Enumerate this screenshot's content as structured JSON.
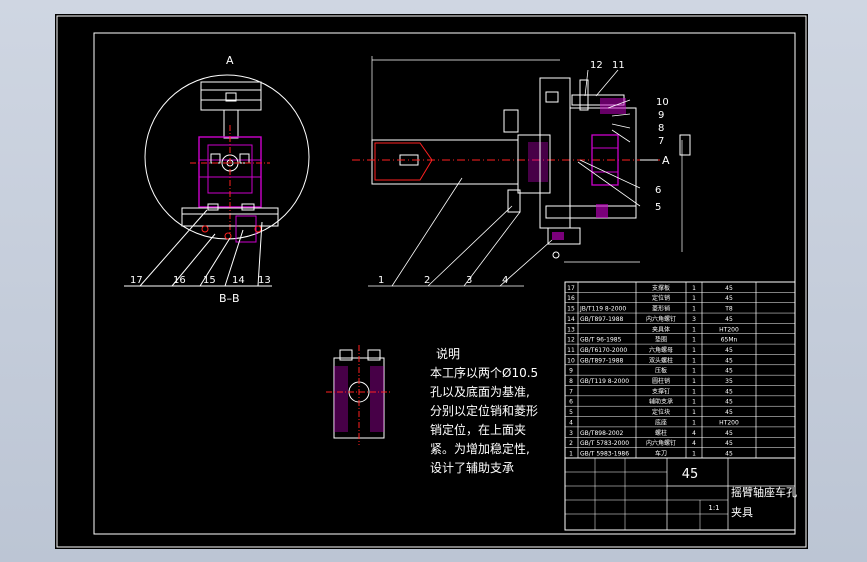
{
  "section_labels": {
    "view_a": "A",
    "section_bb": "B–B",
    "arrow_a": "A"
  },
  "balloons": [
    "1",
    "2",
    "3",
    "4",
    "5",
    "6",
    "7",
    "8",
    "9",
    "10",
    "11",
    "12",
    "13",
    "14",
    "15",
    "16",
    "17"
  ],
  "notes": {
    "title": "说明",
    "lines": [
      "本工序以两个Ø10.5",
      "孔以及底面为基准,",
      "分别以定位销和菱形",
      "销定位，在上面夹",
      "紧。为增加稳定性,",
      "设计了辅助支承"
    ]
  },
  "title_block": {
    "material": "45",
    "drawing_title_line1": "摇臂轴座车孔",
    "drawing_title_line2": "夹具",
    "scale": "1:1"
  },
  "bom_rows": [
    {
      "no": "17",
      "code": "",
      "name": "支撑板",
      "qty": "1",
      "material": "45",
      "remark": ""
    },
    {
      "no": "16",
      "code": "",
      "name": "定位销",
      "qty": "1",
      "material": "45",
      "remark": ""
    },
    {
      "no": "15",
      "code": "JB/T119 8-2000",
      "name": "菱形销",
      "qty": "1",
      "material": "T8",
      "remark": ""
    },
    {
      "no": "14",
      "code": "GB/T897-1988",
      "name": "内六角螺钉",
      "qty": "3",
      "material": "45",
      "remark": ""
    },
    {
      "no": "13",
      "code": "",
      "name": "夹具体",
      "qty": "1",
      "material": "HT200",
      "remark": ""
    },
    {
      "no": "12",
      "code": "GB/T 96-1985",
      "name": "垫圈",
      "qty": "1",
      "material": "65Mn",
      "remark": ""
    },
    {
      "no": "11",
      "code": "GB/T6170-2000",
      "name": "六角螺母",
      "qty": "1",
      "material": "45",
      "remark": ""
    },
    {
      "no": "10",
      "code": "GB/T897-1988",
      "name": "双头螺柱",
      "qty": "1",
      "material": "45",
      "remark": ""
    },
    {
      "no": "9",
      "code": "",
      "name": "压板",
      "qty": "1",
      "material": "45",
      "remark": ""
    },
    {
      "no": "8",
      "code": "GB/T119 8-2000",
      "name": "圆柱销",
      "qty": "1",
      "material": "35",
      "remark": ""
    },
    {
      "no": "7",
      "code": "",
      "name": "支撑钉",
      "qty": "1",
      "material": "45",
      "remark": ""
    },
    {
      "no": "6",
      "code": "",
      "name": "辅助支承",
      "qty": "1",
      "material": "45",
      "remark": ""
    },
    {
      "no": "5",
      "code": "",
      "name": "定位块",
      "qty": "1",
      "material": "45",
      "remark": ""
    },
    {
      "no": "4",
      "code": "",
      "name": "底座",
      "qty": "1",
      "material": "HT200",
      "remark": ""
    },
    {
      "no": "3",
      "code": "GB/T898-2002",
      "name": "螺柱",
      "qty": "4",
      "material": "45",
      "remark": ""
    },
    {
      "no": "2",
      "code": "GB/T 5783-2000",
      "name": "内六角螺钉",
      "qty": "4",
      "material": "45",
      "remark": ""
    },
    {
      "no": "1",
      "code": "GB/T 5983-1986",
      "name": "车刀",
      "qty": "1",
      "material": "45",
      "remark": ""
    }
  ],
  "colors": {
    "background": "#000000",
    "line": "#ffffff",
    "magenta": "#cc00cc",
    "red": "#ff2020",
    "sheet": "#c8d0dc"
  }
}
